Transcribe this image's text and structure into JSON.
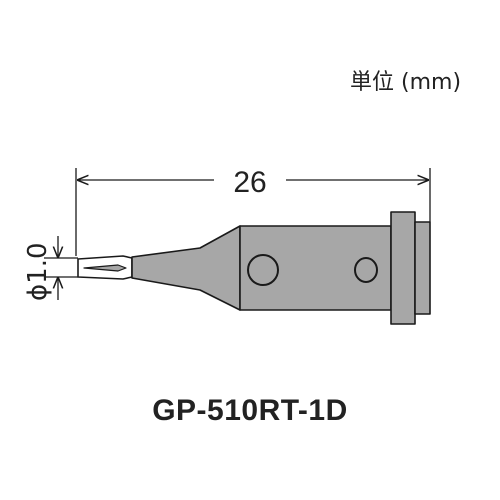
{
  "unit_label": "単位 (mm)",
  "length_dimension": "26",
  "diameter_dimension": "ϕ1.0",
  "model_number": "GP-510RT-1D",
  "colors": {
    "tip_body": "#a7a7a7",
    "outline": "#1a1a1a",
    "text": "#222222"
  }
}
